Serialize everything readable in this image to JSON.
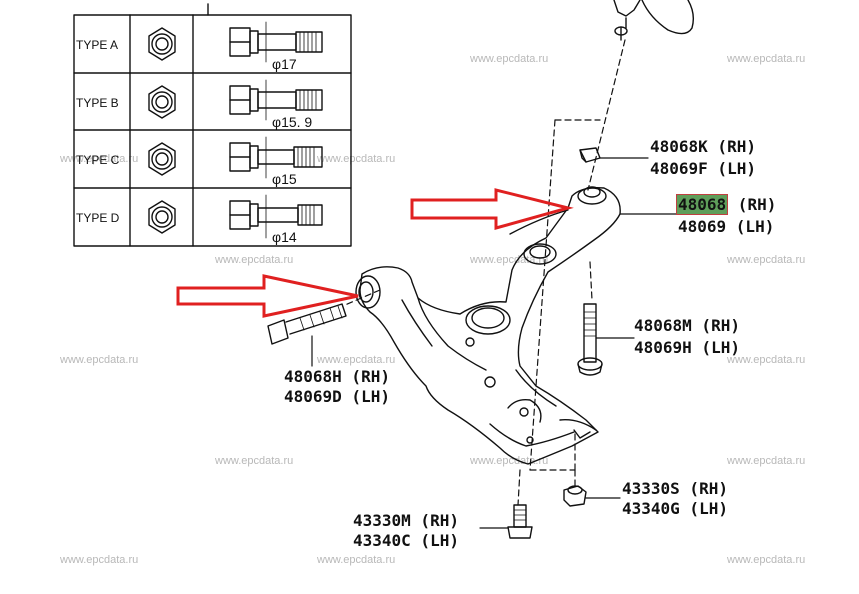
{
  "watermark": "www.epcdata.ru",
  "bolt_types": [
    {
      "type": "TYPE A",
      "diameter": "φ17"
    },
    {
      "type": "TYPE B",
      "diameter": "φ15. 9"
    },
    {
      "type": "TYPE C",
      "diameter": "φ15"
    },
    {
      "type": "TYPE D",
      "diameter": "φ14"
    }
  ],
  "labels": {
    "nut_top_rh": "48068K (RH)",
    "nut_top_lh": "48069F (LH)",
    "arm_rh": "48068",
    "arm_rh_suffix": " (RH)",
    "arm_lh": "48069 (LH)",
    "bolt_vert_rh": "48068M (RH)",
    "bolt_vert_lh": "48069H (LH)",
    "bolt_front_rh": "48068H (RH)",
    "bolt_front_lh": "48069D (LH)",
    "bolt_bottom_rh": "43330M (RH)",
    "bolt_bottom_lh": "43340C (LH)",
    "nut_bottom_rh": "43330S (RH)",
    "nut_bottom_lh": "43340G (LH)"
  },
  "colors": {
    "arrow": "#e02020",
    "highlight": "#5f9e5a",
    "line": "#111111"
  }
}
